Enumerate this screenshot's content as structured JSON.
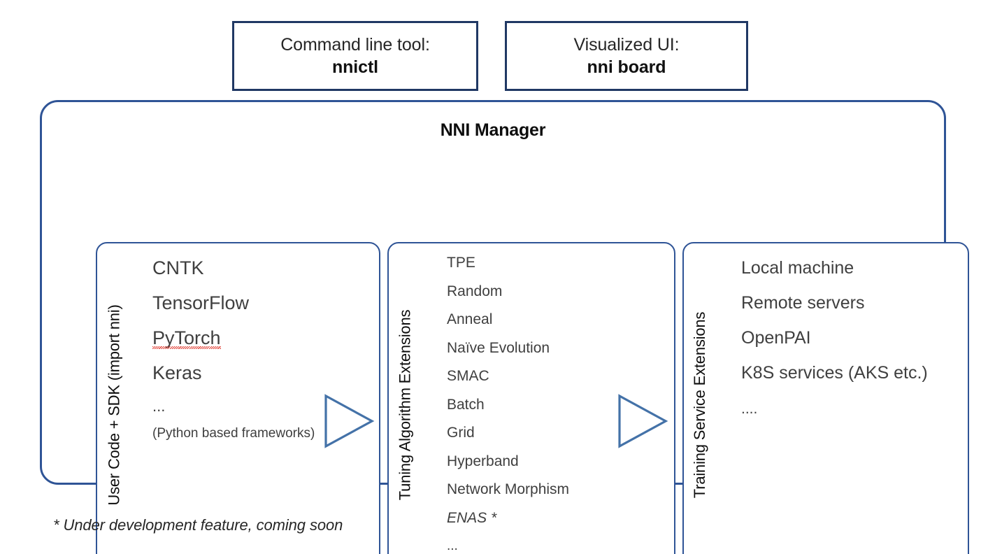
{
  "top_boxes": [
    {
      "label": "Command line tool:",
      "value": "nnictl",
      "icon": "terminal-icon"
    },
    {
      "label": "Visualized UI:",
      "value": "nni board",
      "icon": "dashboard-icon"
    }
  ],
  "manager": {
    "title": "NNI Manager",
    "panels": [
      {
        "key": "user-code",
        "side_label": "User Code + SDK (import nni)",
        "items": [
          {
            "text": "CNTK",
            "style": "normal"
          },
          {
            "text": "TensorFlow",
            "style": "normal"
          },
          {
            "text": "PyTorch",
            "style": "spellcheck"
          },
          {
            "text": "Keras",
            "style": "normal"
          },
          {
            "text": "...",
            "style": "ellipsis"
          },
          {
            "text": "(Python based frameworks)",
            "style": "small"
          }
        ]
      },
      {
        "key": "tuning-algorithm",
        "side_label": "Tuning Algorithm Extensions",
        "items": [
          {
            "text": "TPE",
            "style": "normal"
          },
          {
            "text": "Random",
            "style": "normal"
          },
          {
            "text": "Anneal",
            "style": "normal"
          },
          {
            "text": "Naïve Evolution",
            "style": "normal"
          },
          {
            "text": "SMAC",
            "style": "normal"
          },
          {
            "text": "Batch",
            "style": "normal"
          },
          {
            "text": "Grid",
            "style": "normal"
          },
          {
            "text": "Hyperband",
            "style": "normal"
          },
          {
            "text": "Network Morphism",
            "style": "normal"
          },
          {
            "text": "ENAS *",
            "style": "italic"
          },
          {
            "text": "...",
            "style": "ellipsis"
          }
        ]
      },
      {
        "key": "training-service",
        "side_label": "Training Service Extensions",
        "items": [
          {
            "text": "Local machine",
            "style": "normal"
          },
          {
            "text": "Remote servers",
            "style": "normal"
          },
          {
            "text": "OpenPAI",
            "style": "normal"
          },
          {
            "text": "K8S services (AKS etc.)",
            "style": "normal"
          },
          {
            "text": "....",
            "style": "ellipsis"
          }
        ]
      }
    ]
  },
  "arrows": [
    {
      "name": "arrow-user-to-tuning",
      "direction": "right"
    },
    {
      "name": "arrow-tuning-to-service",
      "direction": "right"
    }
  ],
  "footnote": "* Under development feature, coming soon",
  "colors": {
    "outer_border": "#2F5496",
    "panel_border": "#2F5496",
    "top_box_border": "#203864",
    "arrow_stroke": "#4472A8",
    "title_text": "#0D0D0D",
    "item_text": "#3F3F3F",
    "spellcheck_underline": "#E03A2F",
    "background": "#FFFFFF"
  }
}
